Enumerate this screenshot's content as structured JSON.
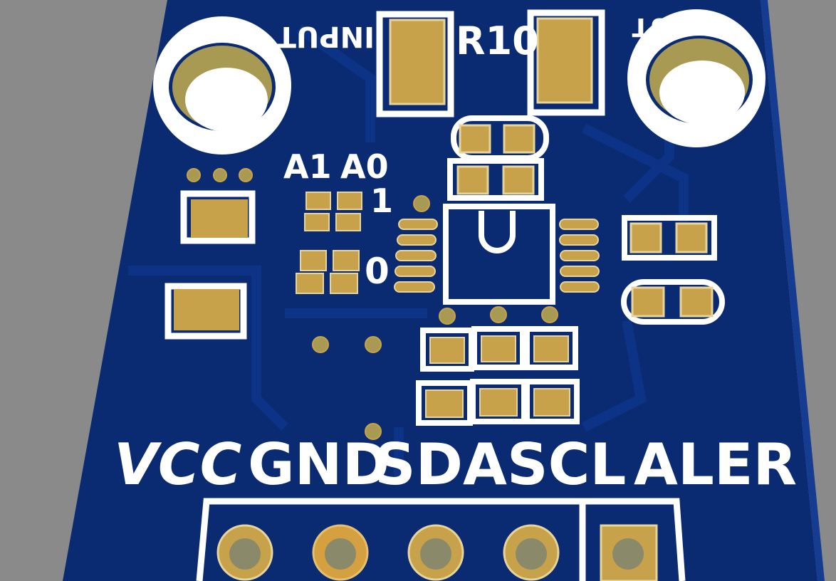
{
  "scene": {
    "subject": "pcb-3d-render",
    "colors": {
      "background": "#8a8a8a",
      "board": "#0a2a72",
      "board_edge": "#153c90",
      "trace": "#0d3386",
      "silkscreen": "#ffffff",
      "pad_gold": "#c8a24a",
      "pad_outline": "#e6d49a",
      "hole_inner": "#a89a52"
    }
  },
  "labels": {
    "input": "INPUT",
    "out": "OUT",
    "r10": "R10",
    "a1": "A1",
    "a0": "A0",
    "one": "1",
    "zero": "0",
    "vcc": "VCC",
    "gnd": "GND",
    "sda": "SDA",
    "scl": "SCL",
    "aler": "ALER"
  }
}
